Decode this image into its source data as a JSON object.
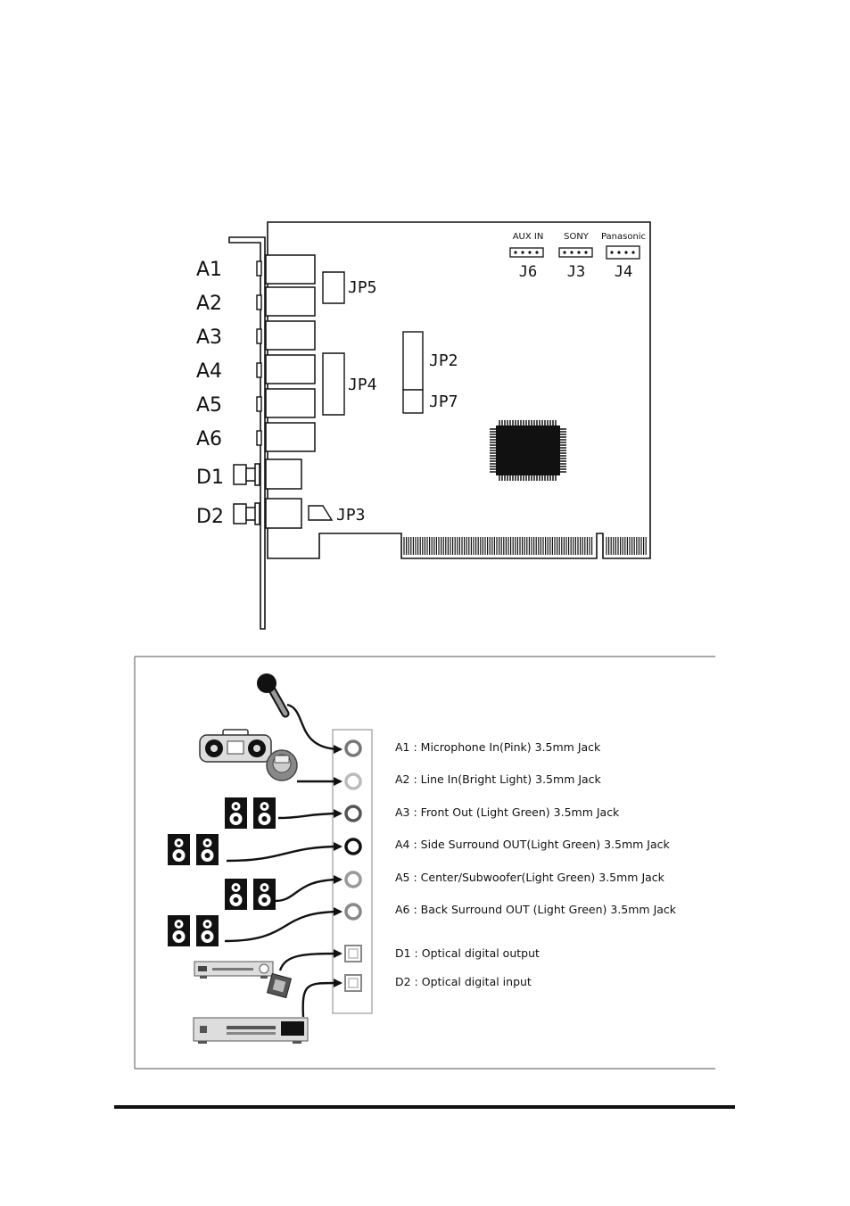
{
  "board": {
    "jack_labels": [
      "A1",
      "A2",
      "A3",
      "A4",
      "A5",
      "A6",
      "D1",
      "D2"
    ],
    "jumpers": {
      "jp5": "JP5",
      "jp4": "JP4",
      "jp2": "JP2",
      "jp7": "JP7",
      "jp3": "JP3"
    },
    "headers": [
      {
        "top": "AUX IN",
        "bottom": "J6"
      },
      {
        "top": "SONY",
        "bottom": "J3"
      },
      {
        "top": "Panasonic",
        "bottom": "J4"
      }
    ]
  },
  "legend": [
    "A1 : Microphone In(Pink) 3.5mm Jack",
    "A2 : Line In(Bright Light) 3.5mm Jack",
    "A3 : Front Out (Light Green) 3.5mm Jack",
    "A4 : Side Surround OUT(Light Green) 3.5mm Jack",
    "A5 : Center/Subwoofer(Light Green) 3.5mm Jack",
    "A6 : Back Surround OUT (Light Green) 3.5mm Jack",
    "D1 :  Optical digital output",
    "D2 :  Optical digital input"
  ],
  "icons": [
    "microphone-icon",
    "boombox-icon",
    "cd-player-icon",
    "speaker-pair-icon",
    "receiver-icon",
    "optical-plug-icon"
  ]
}
